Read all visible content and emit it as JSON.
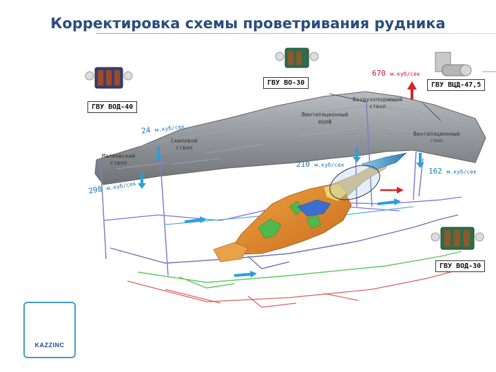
{
  "title": "Корректировка схемы проветривания рудника",
  "fans": {
    "vo30_label": "ГВУ ВО-30",
    "vod40_label": "ГВУ ВОД-40",
    "vcd475_label": "ГВУ ВЦД-47,5",
    "vod30_label": "ГВУ ВОД-30"
  },
  "flows": {
    "f670_value": "670",
    "f670_unit": "м.куб/сек",
    "f24_value": "24",
    "f24_unit": "м.куб/сек",
    "f298_value": "298",
    "f298_unit": "м.куб/сек",
    "f210_value": "210",
    "f210_unit": "м.куб/сек",
    "f162_value": "162",
    "f162_unit": "м.куб/сек"
  },
  "sites": {
    "air_shaft_l1": "Воздухоподающий",
    "air_shaft_l2": "ствол",
    "vent_pit_l1": "Вентиляционный",
    "vent_pit_l2": "шурф",
    "vent_right_l1": "Вентиляционный",
    "vent_right_l2": "ствол",
    "skip_l1": "Скиповой",
    "skip_l2": "ствол",
    "malev_l1": "Малеевский",
    "malev_l2": "ствол"
  },
  "logo": {
    "text": "KAZZINC"
  },
  "colors": {
    "title": "#2a4d7c",
    "flow": "#1e76b6",
    "flow_alert": "#c8102e",
    "terrain": "#8a8d91",
    "ore_body": "#e08a2c",
    "logo_frame": "#3e9ec4"
  }
}
